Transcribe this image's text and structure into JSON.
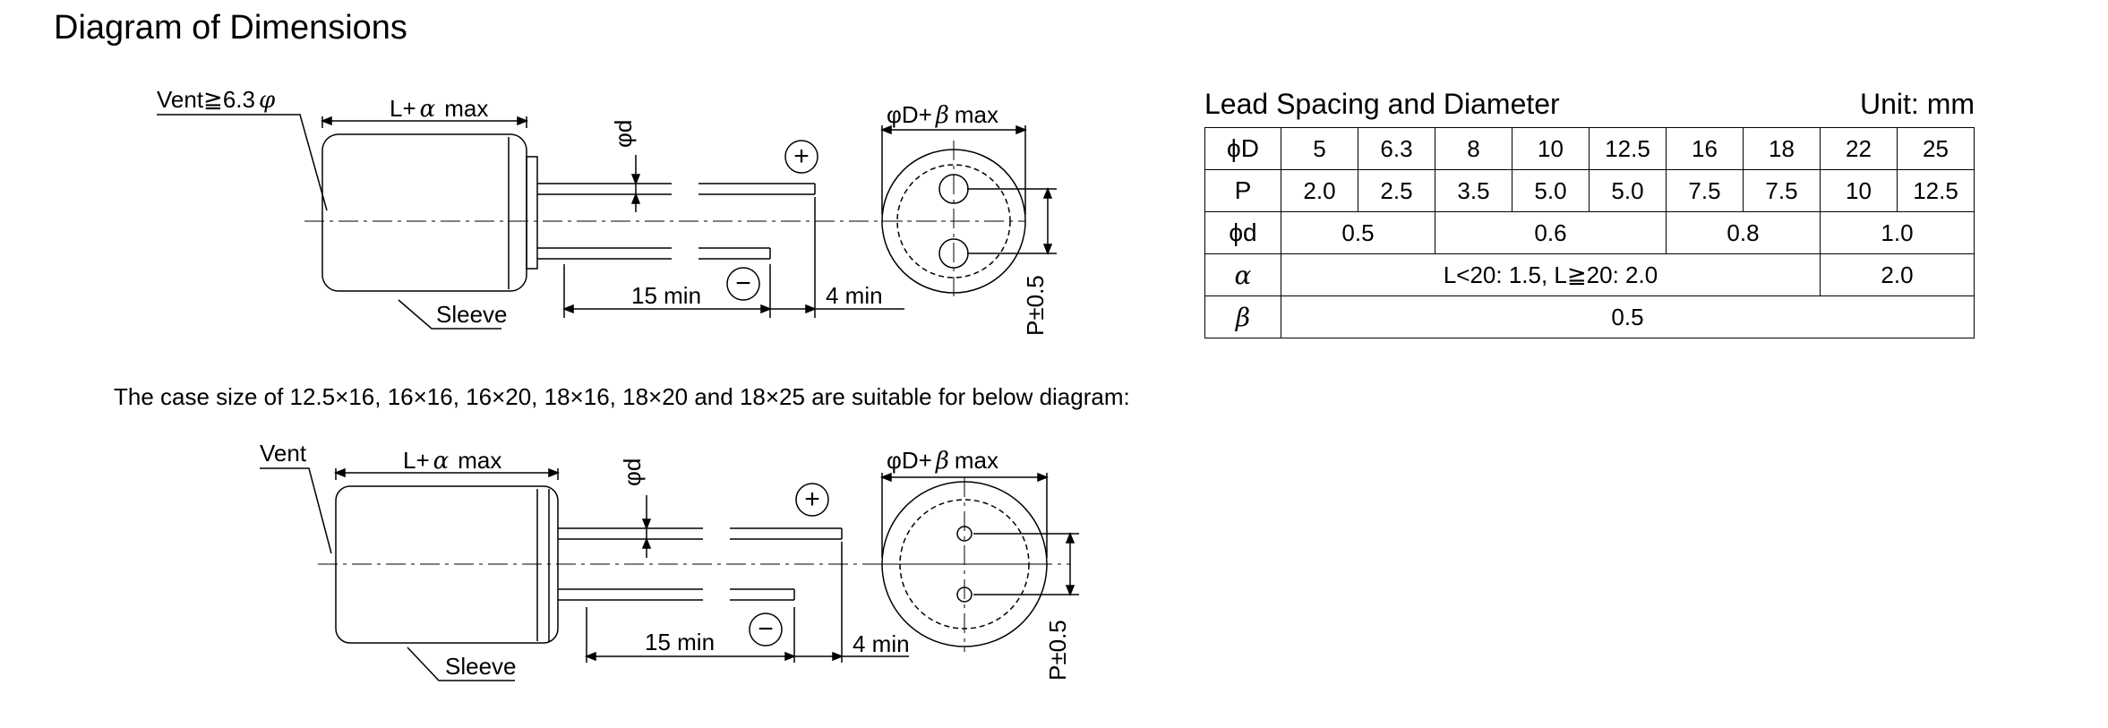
{
  "page": {
    "title": "Diagram of Dimensions",
    "subtitle": "The case size of 12.5×16, 16×16, 16×20, 18×16, 18×20 and 18×25 are suitable for below diagram:"
  },
  "diagram_top": {
    "vent_label": "Vent≧6.3",
    "vent_phi": "φ",
    "length_label": "L+",
    "length_alpha": "α",
    "length_max": "max",
    "lead_diameter_label": "φd",
    "diameter_label": "φD+",
    "diameter_beta": "β",
    "diameter_max": "max",
    "lead_min_label": "15 min",
    "tail_min_label": "4 min",
    "spacing_label": "P±0.5",
    "sleeve_label": "Sleeve",
    "plus_sign": "+",
    "minus_sign": "−"
  },
  "diagram_bottom": {
    "vent_label": "Vent",
    "length_label": "L+",
    "length_alpha": "α",
    "length_max": "max",
    "lead_diameter_label": "φd",
    "diameter_label": "φD+",
    "diameter_beta": "β",
    "diameter_max": "max",
    "lead_min_label": "15 min",
    "tail_min_label": "4 min",
    "spacing_label": "P±0.5",
    "sleeve_label": "Sleeve",
    "plus_sign": "+",
    "minus_sign": "−"
  },
  "table": {
    "title": "Lead Spacing and Diameter",
    "unit": "Unit: mm",
    "row_D": {
      "label": "ϕD",
      "cells": [
        "5",
        "6.3",
        "8",
        "10",
        "12.5",
        "16",
        "18",
        "22",
        "25"
      ]
    },
    "row_P": {
      "label": "P",
      "cells": [
        "2.0",
        "2.5",
        "3.5",
        "5.0",
        "5.0",
        "7.5",
        "7.5",
        "10",
        "12.5"
      ]
    },
    "row_d": {
      "label": "ϕd",
      "cells": [
        "0.5",
        "0.6",
        "0.8",
        "1.0"
      ]
    },
    "row_alpha": {
      "label": "α",
      "cells": [
        "L<20: 1.5, L≧20: 2.0",
        "2.0"
      ]
    },
    "row_beta": {
      "label": "β",
      "cells": [
        "0.5"
      ]
    }
  }
}
